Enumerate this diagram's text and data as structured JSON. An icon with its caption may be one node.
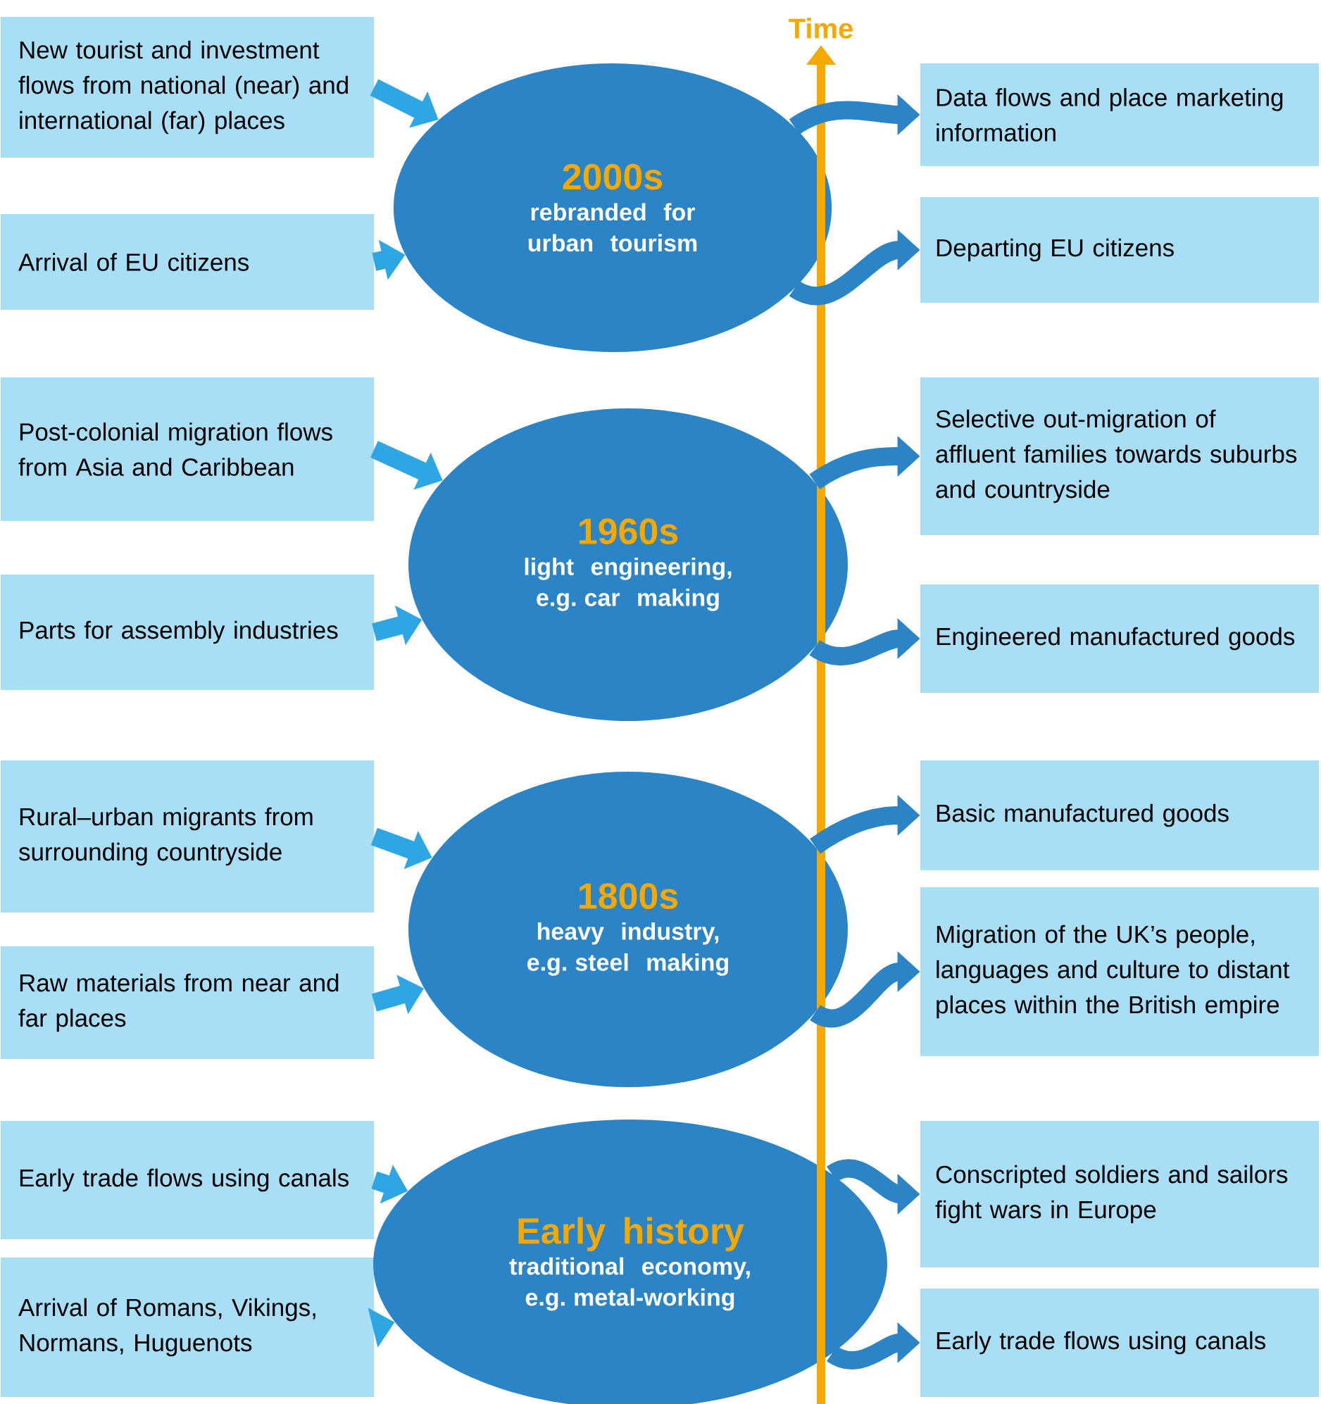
{
  "diagram": {
    "nodes": [
      {
        "text": [
          "New tourist and investment flows from national (near) and international (far) places"
        ]
      },
      {
        "text": [
          "Arrival of EU citizens"
        ]
      },
      {
        "text": [
          "2000s",
          "rebranded for urban tourism"
        ]
      },
      {
        "text": [
          "Data flows and place marketing information"
        ]
      },
      {
        "text": [
          "Departing EU citizens"
        ]
      },
      {
        "text": [
          "Post-colonial migration flows from Asia and Caribbean"
        ]
      },
      {
        "text": [
          "Parts for assembly industries"
        ]
      },
      {
        "text": [
          "1960s",
          "light engineering, e.g. car making"
        ]
      },
      {
        "text": [
          "Selective out-migration of affluent families towards suburbs and countryside"
        ]
      },
      {
        "text": [
          "Engineered manufactured goods"
        ]
      },
      {
        "text": [
          "Rural–urban migrants from surrounding countryside"
        ]
      },
      {
        "text": [
          "Raw materials from near and far places"
        ]
      },
      {
        "text": [
          "1800s",
          "heavy industry, e.g. steel making"
        ]
      },
      {
        "text": [
          "Basic manufactured goods"
        ]
      },
      {
        "text": [
          "Migration of the UK’s people, languages and culture to distant places within the British empire"
        ]
      },
      {
        "text": [
          "Early trade flows using canals"
        ]
      },
      {
        "text": [
          "Arrival of Romans, Vikings, Normans, Huguenots"
        ]
      },
      {
        "text": [
          "Early history",
          "traditional economy, e.g. metal-working"
        ]
      },
      {
        "text": [
          "Conscripted soldiers and sailors fight wars in Europe"
        ]
      },
      {
        "text": [
          "Early trade flows using canals"
        ]
      }
    ],
    "edges": [
      {
        "from": 0,
        "to": 2,
        "arrow": "to",
        "color": "#2ea6e3"
      },
      {
        "from": 1,
        "to": 2,
        "arrow": "to",
        "color": "#2ea6e3"
      },
      {
        "from": 2,
        "to": 3,
        "arrow": "to",
        "color": "#2b84c6"
      },
      {
        "from": 2,
        "to": 4,
        "arrow": "to",
        "color": "#2b84c6"
      },
      {
        "from": 5,
        "to": 7,
        "arrow": "to",
        "color": "#2ea6e3"
      },
      {
        "from": 6,
        "to": 7,
        "arrow": "to",
        "color": "#2ea6e3"
      },
      {
        "from": 7,
        "to": 8,
        "arrow": "to",
        "color": "#2b84c6"
      },
      {
        "from": 7,
        "to": 9,
        "arrow": "to",
        "color": "#2b84c6"
      },
      {
        "from": 10,
        "to": 12,
        "arrow": "to",
        "color": "#2ea6e3"
      },
      {
        "from": 11,
        "to": 12,
        "arrow": "to",
        "color": "#2ea6e3"
      },
      {
        "from": 12,
        "to": 13,
        "arrow": "to",
        "color": "#2b84c6"
      },
      {
        "from": 12,
        "to": 14,
        "arrow": "to",
        "color": "#2b84c6"
      },
      {
        "from": 15,
        "to": 17,
        "arrow": "to",
        "color": "#2ea6e3"
      },
      {
        "from": 16,
        "to": 17,
        "arrow": "to",
        "color": "#2ea6e3"
      },
      {
        "from": 17,
        "to": 18,
        "arrow": "to",
        "color": "#2b84c6"
      },
      {
        "from": 17,
        "to": 19,
        "arrow": "to",
        "color": "#2b84c6"
      }
    ],
    "labels": [
      "Time"
    ]
  }
}
